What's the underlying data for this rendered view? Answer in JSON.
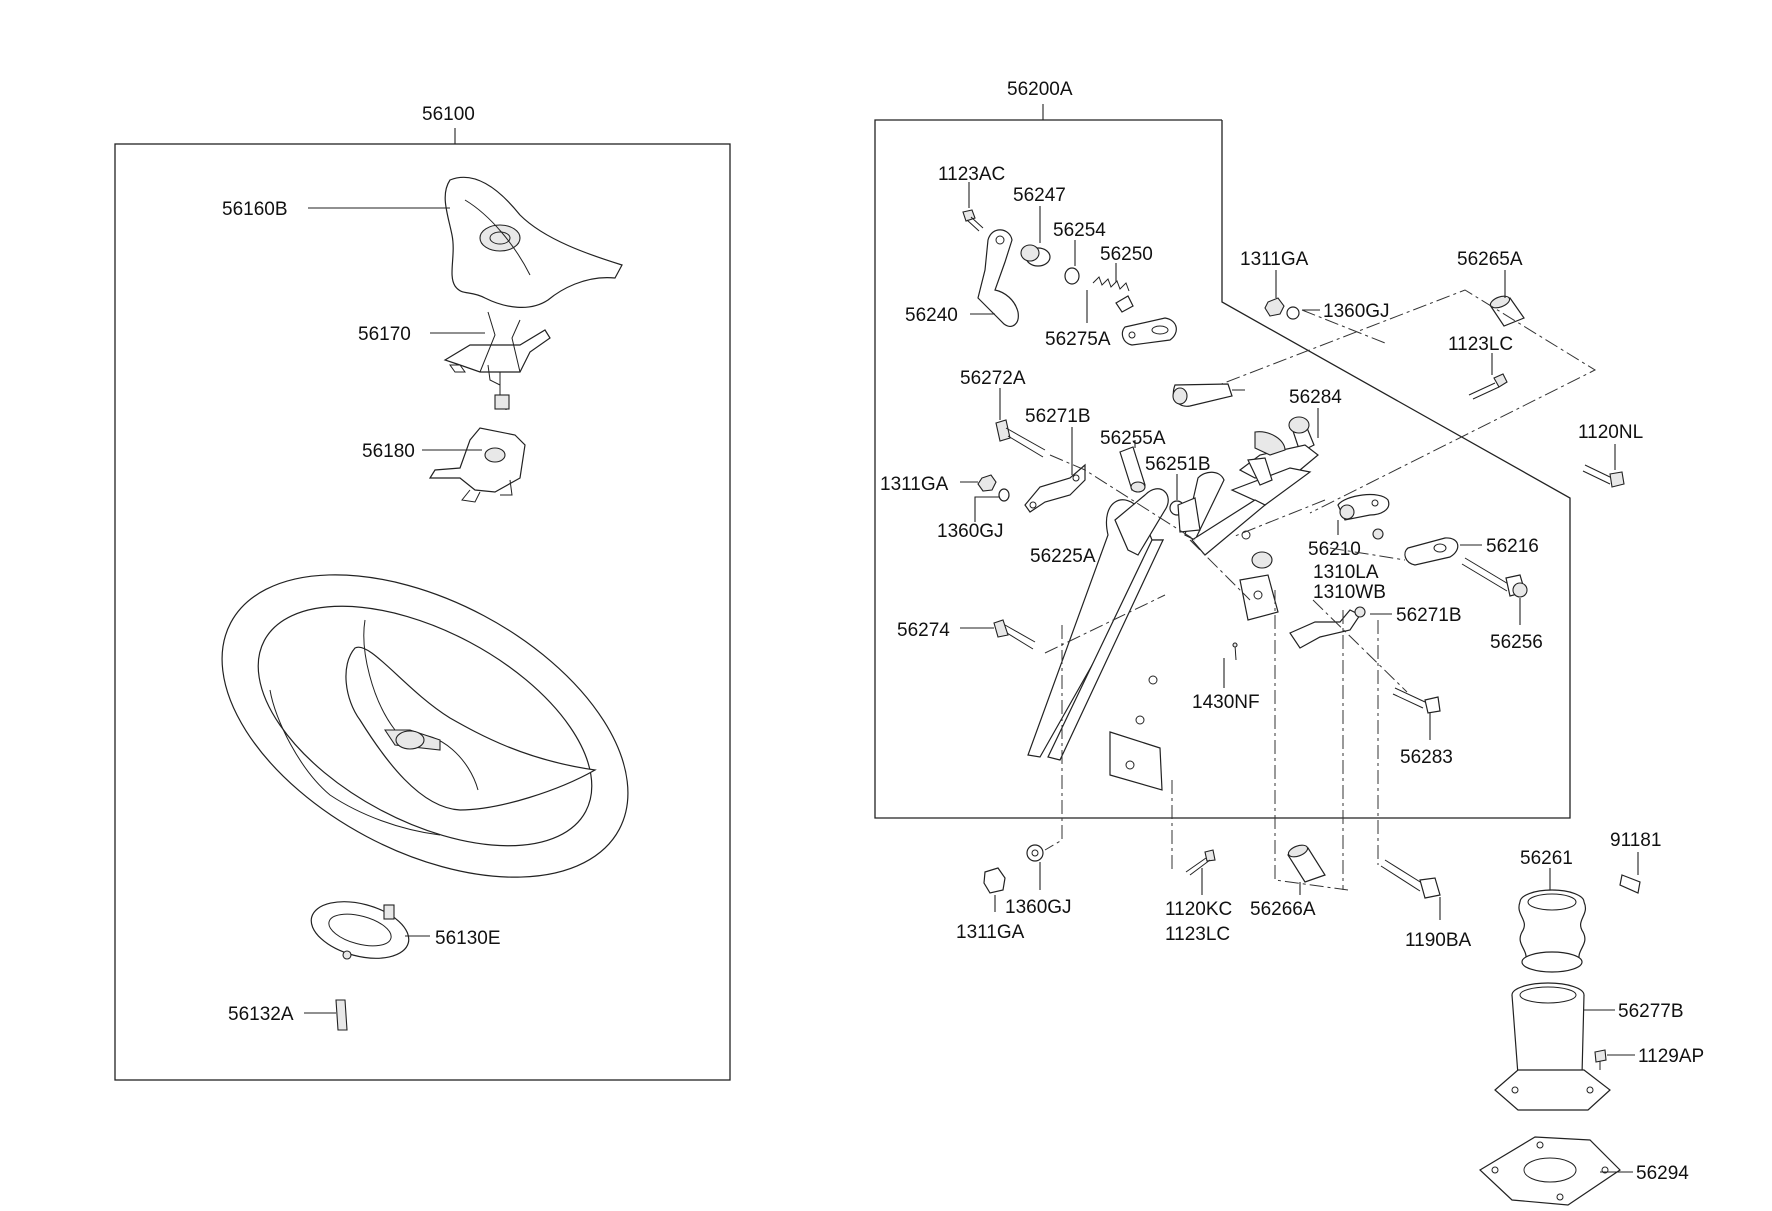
{
  "labels": {
    "l56100": "56100",
    "l56160B": "56160B",
    "l56170": "56170",
    "l56180": "56180",
    "l56130E": "56130E",
    "l56132A": "56132A",
    "l56200A": "56200A",
    "l1123AC": "1123AC",
    "l56247": "56247",
    "l56254": "56254",
    "l56250": "56250",
    "l56240": "56240",
    "l56275A": "56275A",
    "l1311GA_a": "1311GA",
    "l1360GJ_a": "1360GJ",
    "l56265A": "56265A",
    "l1123LC_a": "1123LC",
    "l56272A": "56272A",
    "l56271B_a": "56271B",
    "l56255A": "56255A",
    "l56284": "56284",
    "l56251B": "56251B",
    "l1120NL": "1120NL",
    "l1311GA_b": "1311GA",
    "l1360GJ_b": "1360GJ",
    "l56225A": "56225A",
    "l56210": "56210",
    "l56216": "56216",
    "l1310LA": "1310LA",
    "l1310WB": "1310WB",
    "l56271B_b": "56271B",
    "l56256": "56256",
    "l56274": "56274",
    "l1430NF": "1430NF",
    "l56283": "56283",
    "l56261": "56261",
    "l91181": "91181",
    "l1311GA_c": "1311GA",
    "l1360GJ_c": "1360GJ",
    "l1120KC": "1120KC",
    "l1123LC_b": "1123LC",
    "l56266A": "56266A",
    "l1190BA": "1190BA",
    "l56277B": "56277B",
    "l1129AP": "1129AP",
    "l56294": "56294"
  }
}
